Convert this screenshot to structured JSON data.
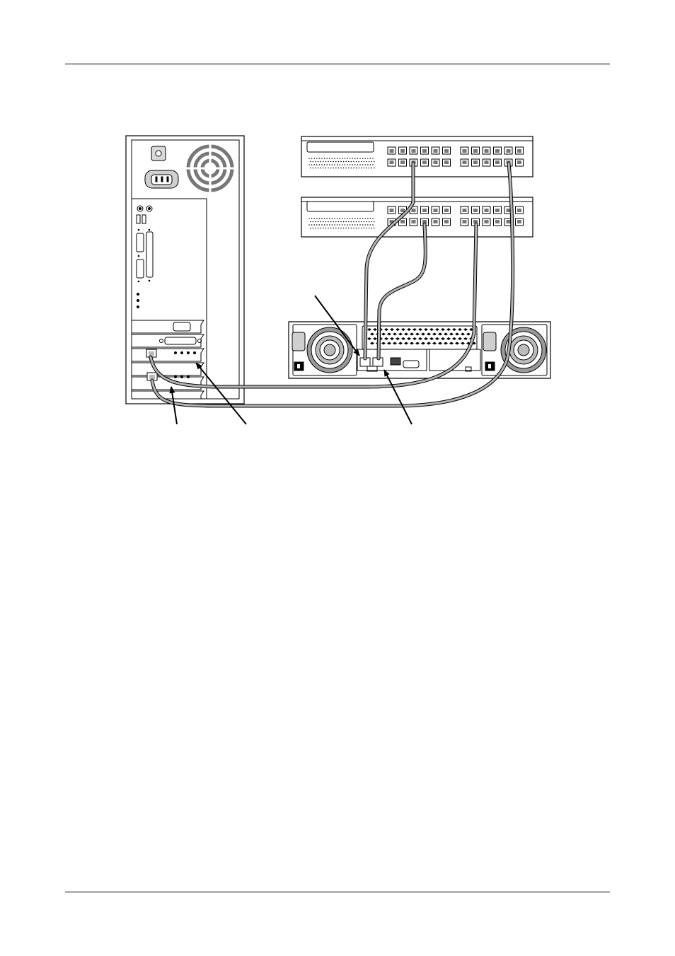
{
  "page": {
    "background": "#ffffff",
    "line_color": "#000000"
  },
  "diagram": {
    "components": [
      {
        "id": "workstation",
        "icon": "tower-computer-rear-icon"
      },
      {
        "id": "switch-1",
        "icon": "network-switch-icon",
        "port_rows": 2,
        "ports_per_group": 6,
        "groups": 2
      },
      {
        "id": "switch-2",
        "icon": "network-switch-icon",
        "port_rows": 2,
        "ports_per_group": 6,
        "groups": 2
      },
      {
        "id": "storage-server",
        "icon": "rackmount-server-rear-icon"
      }
    ],
    "cable_color": "#b3b3b3",
    "callout_count": 3
  }
}
